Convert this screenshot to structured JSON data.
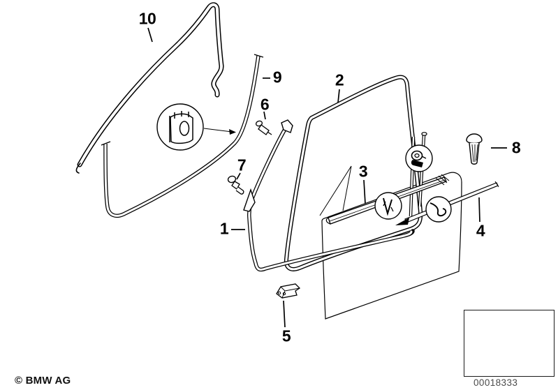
{
  "callout_labels": {
    "n1": "1",
    "n2": "2",
    "n3": "3",
    "n4": "4",
    "n5": "5",
    "n6": "6",
    "n7": "7",
    "n8": "8",
    "n9": "9",
    "n10": "10"
  },
  "footer": {
    "copyright": "© BMW AG"
  },
  "reference": {
    "part_number": "00018333"
  },
  "icons": {
    "detail_magnifier": "seal-profile-detail-circle",
    "clip_symbol": "fastener-clip-circle",
    "v_clip_symbol": "spring-clip-circle",
    "trim_profile_symbol": "trim-profile-circle",
    "car_thumbnail": "car-door-location-thumbnail"
  },
  "colors": {
    "background": "#ffffff",
    "line": "#000000",
    "part_number": "#4a4a4a"
  }
}
